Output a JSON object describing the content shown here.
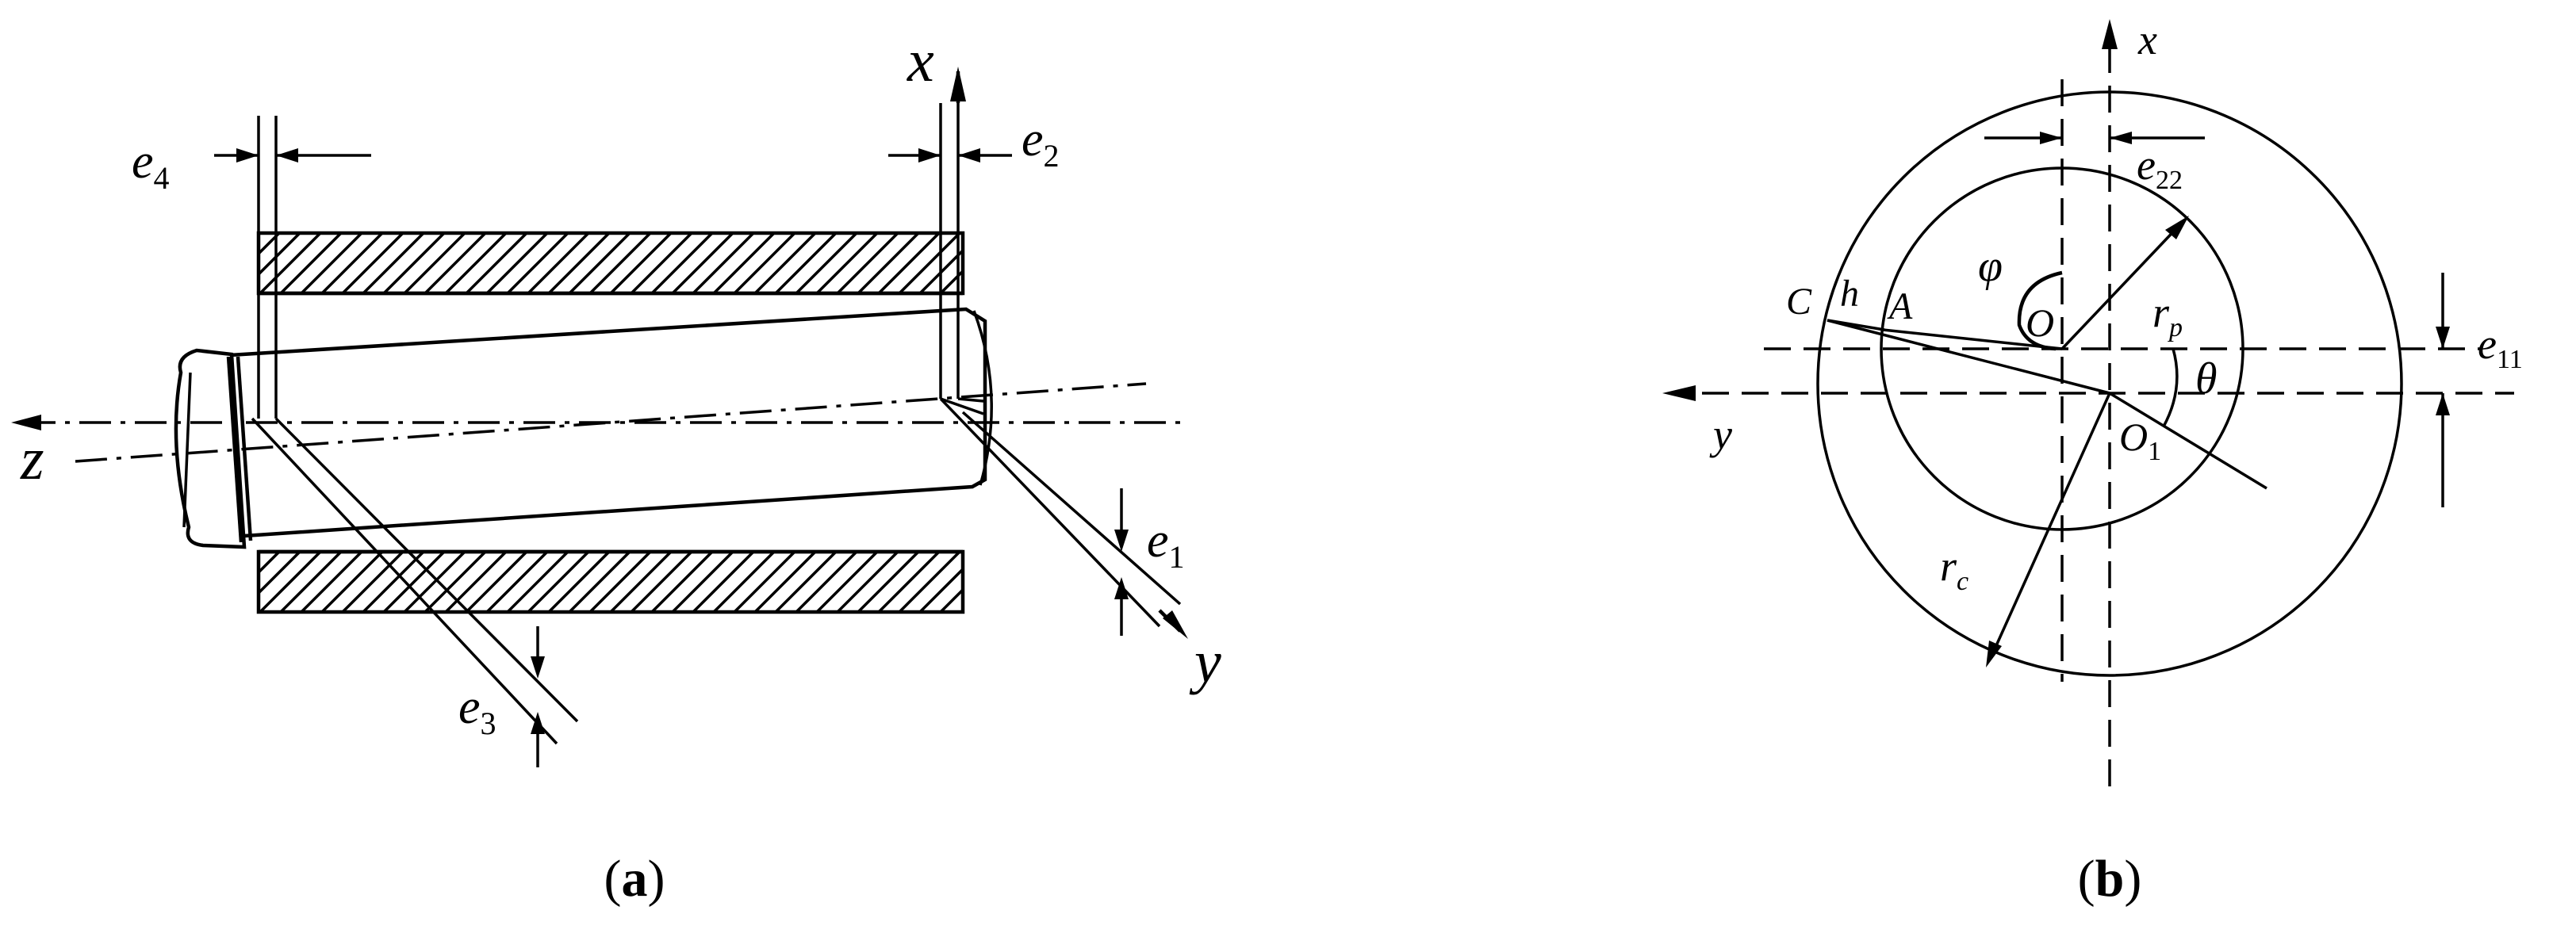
{
  "panel_a": {
    "caption": {
      "open": "(",
      "letter": "a",
      "close": ")"
    },
    "labels": {
      "x": "x",
      "y": "y",
      "z": "z",
      "e1": {
        "base": "e",
        "sub": "1"
      },
      "e2": {
        "base": "e",
        "sub": "2"
      },
      "e3": {
        "base": "e",
        "sub": "3"
      },
      "e4": {
        "base": "e",
        "sub": "4"
      }
    }
  },
  "panel_b": {
    "caption": {
      "open": "(",
      "letter": "b",
      "close": ")"
    },
    "labels": {
      "x": "x",
      "y": "y",
      "C": "C",
      "h": "h",
      "A": "A",
      "phi": "φ",
      "O": "O",
      "O1": {
        "base": "O",
        "sub": "1"
      },
      "theta": "θ",
      "rp": {
        "base": "r",
        "sub": "p"
      },
      "rc": {
        "base": "r",
        "sub": "c"
      },
      "e11": {
        "base": "e",
        "sub": "11"
      },
      "e22": {
        "base": "e",
        "sub": "22"
      }
    }
  }
}
